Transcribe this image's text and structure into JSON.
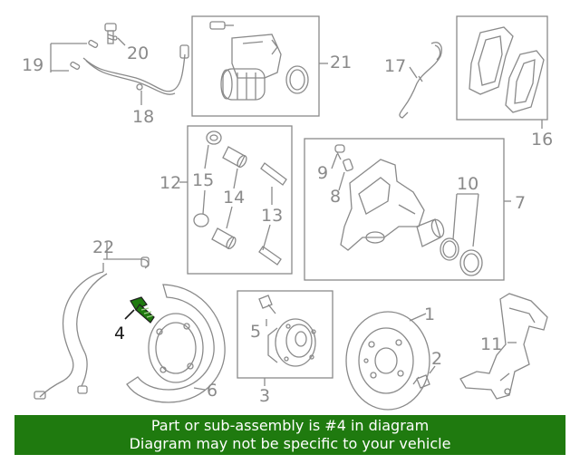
{
  "colors": {
    "line": "#8a8a8a",
    "highlight": "#1f7a0f",
    "banner_bg": "#1f7a0f",
    "banner_text": "#ffffff"
  },
  "diagram": {
    "callouts": [
      "1",
      "2",
      "3",
      "4",
      "5",
      "6",
      "7",
      "8",
      "9",
      "10",
      "11",
      "12",
      "13",
      "14",
      "15",
      "16",
      "17",
      "18",
      "19",
      "20",
      "21",
      "22"
    ],
    "highlighted_part": "4"
  },
  "banner": {
    "line1": "Part or sub-assembly is #4 in diagram",
    "line2": "Diagram may not be specific to your vehicle"
  }
}
